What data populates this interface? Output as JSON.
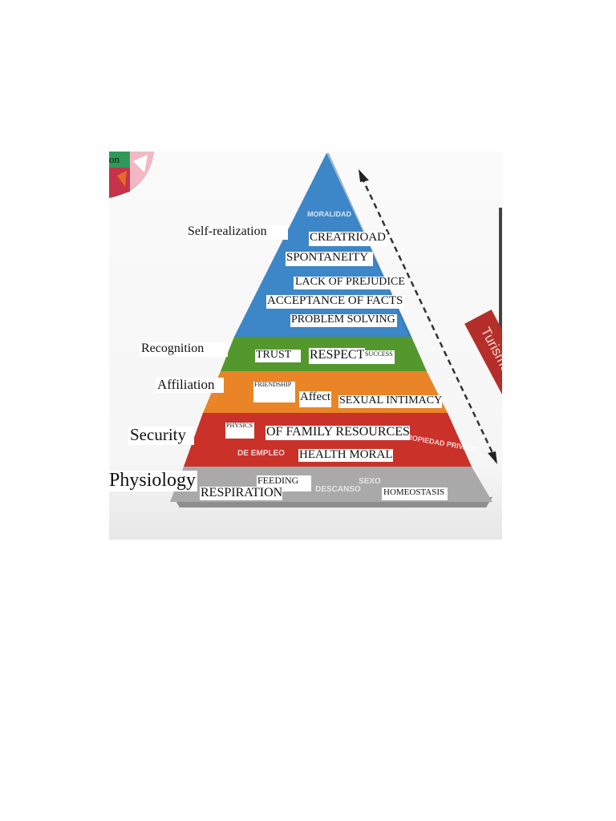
{
  "logo_text": "on",
  "colors": {
    "moralidad": "#3d86c8",
    "recognition": "#53982c",
    "affiliation": "#e98526",
    "security": "#c93129",
    "physiology": "#a9a9a9",
    "banner": "#b52f2a"
  },
  "levels": [
    {
      "name": "Self-realization",
      "color": "#3d86c8",
      "overlay": "MORALIDAD",
      "labels": [
        "CREATRIOAD",
        "SPONTANEITY",
        "LACK OF PREJUDICE",
        "ACCEPTANCE OF FACTS",
        "PROBLEM SOLVING"
      ]
    },
    {
      "name": "Recognition",
      "color": "#53982c",
      "overlay": "",
      "labels": [
        "TRUST",
        "RESPECT",
        "SUCCESS"
      ]
    },
    {
      "name": "Affiliation",
      "color": "#e98526",
      "overlay": "",
      "labels": [
        "FRIENDSHIP",
        "Affect",
        "SEXUAL INTIMACY"
      ]
    },
    {
      "name": "Security",
      "color": "#c93129",
      "overlays": [
        "DE EMPLEO",
        "DE PROPIEDAD PRIVADA"
      ],
      "labels": [
        "PHYSICS",
        "OF FAMILY RESOURCES",
        "HEALTH MORAL"
      ]
    },
    {
      "name": "Physiology",
      "color": "#a9a9a9",
      "overlays": [
        "DESCANSO",
        "SEXO"
      ],
      "labels": [
        "FEEDING",
        "RESPIRATION",
        "HOMEOSTASIS"
      ]
    }
  ],
  "banner": "Turismo + marketing"
}
